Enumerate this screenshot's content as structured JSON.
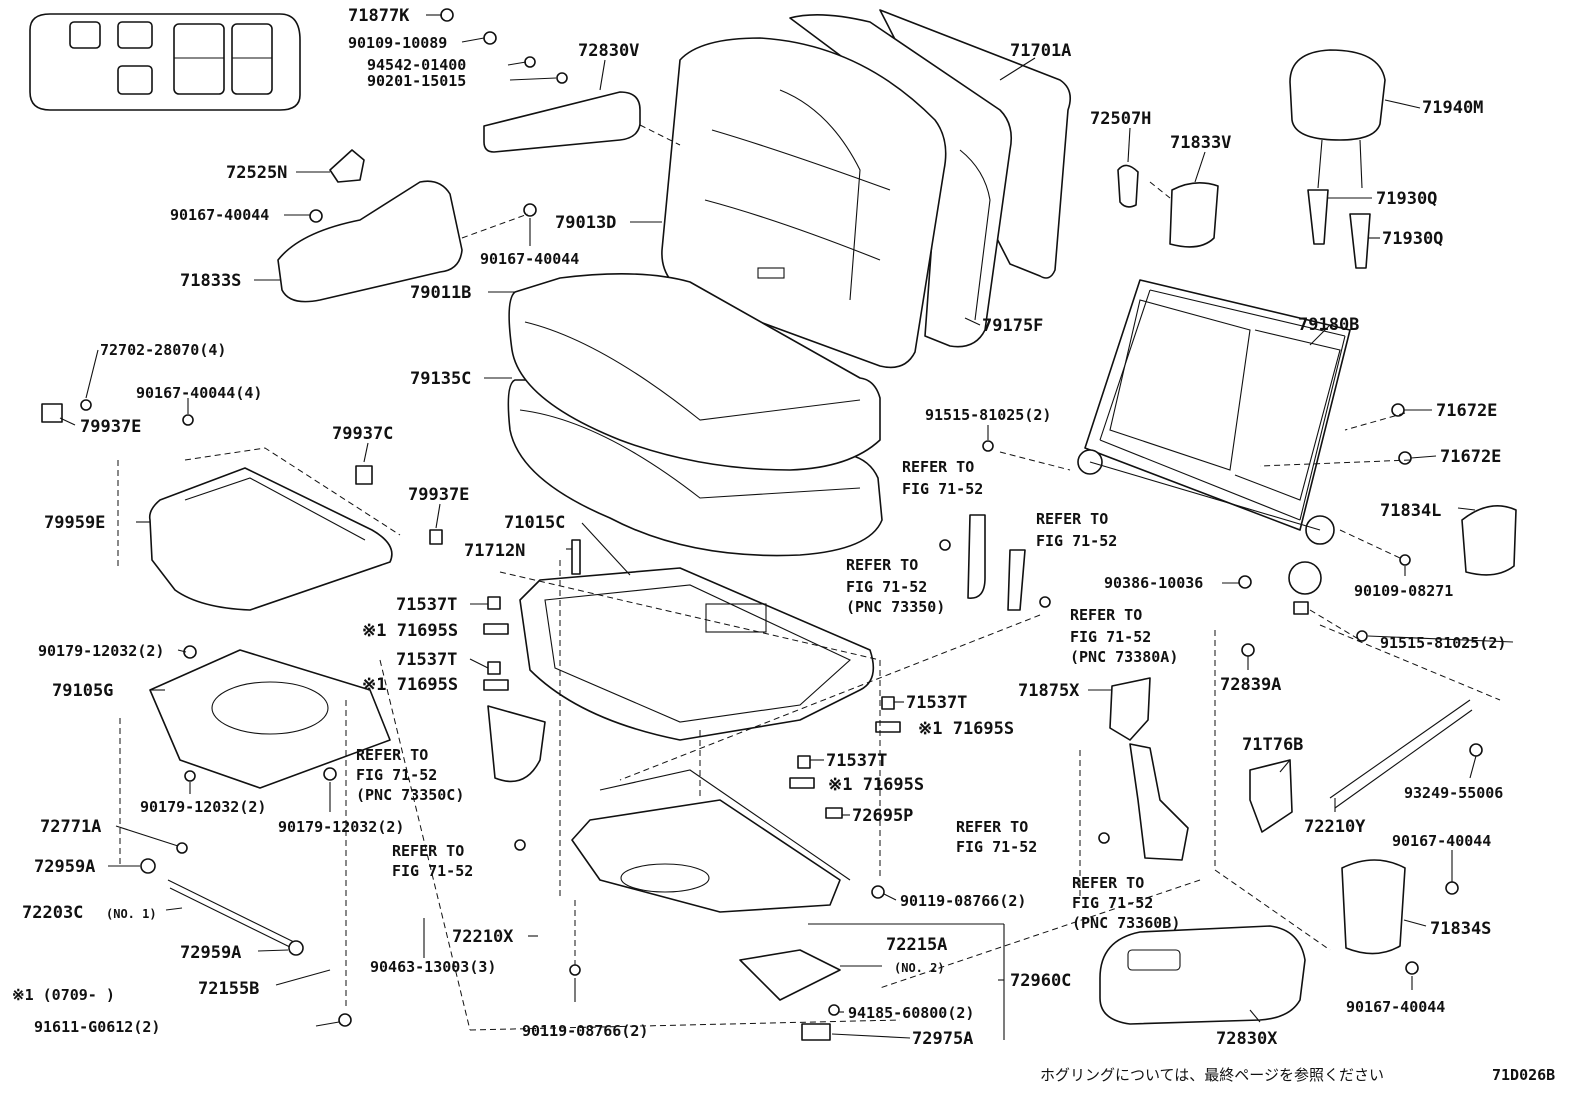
{
  "diagram_id": "71D026B",
  "footnote_marker": "※1 (0709-    )",
  "footer_note": "ホグリングについては、最終ページを参照ください",
  "labels": {
    "l71877K": "71877K",
    "l90109_10089": "90109-10089",
    "l94542_01400": "94542-01400",
    "l90201_15015": "90201-15015",
    "l72830V": "72830V",
    "l71701A": "71701A",
    "l71940M": "71940M",
    "l72525N": "72525N",
    "l90167_40044_a": "90167-40044",
    "l90167_40044_b": "90167-40044",
    "l79013D": "79013D",
    "l72507H": "72507H",
    "l71833V": "71833V",
    "l71930Q_a": "71930Q",
    "l71930Q_b": "71930Q",
    "l71833S": "71833S",
    "l79011B": "79011B",
    "l79175F": "79175F",
    "l79180B": "79180B",
    "l72702_28070": "72702-28070(4)",
    "l90167_40044_4": "90167-40044(4)",
    "l79135C": "79135C",
    "l79937E_a": "79937E",
    "l79937C": "79937C",
    "l91515_81025_a": "91515-81025(2)",
    "l71672E_a": "71672E",
    "l71672E_b": "71672E",
    "l79937E_b": "79937E",
    "l79959E": "79959E",
    "l71015C": "71015C",
    "l71712N": "71712N",
    "l71834L": "71834L",
    "l90386_10036": "90386-10036",
    "l90109_08271": "90109-08271",
    "l71537T_a": "71537T",
    "l71695S_a": "※1 71695S",
    "l71537T_b": "71537T",
    "l71695S_b": "※1 71695S",
    "l90179_12032_a": "90179-12032(2)",
    "l79105G": "79105G",
    "l91515_81025_b": "91515-81025(2)",
    "l72839A": "72839A",
    "l71875X": "71875X",
    "l71537T_c": "71537T",
    "l71695S_c": "※1 71695S",
    "l71537T_d": "71537T",
    "l71695S_d": "※1 71695S",
    "l72695P": "72695P",
    "l71T76B": "71T76B",
    "l93249_55006": "93249-55006",
    "l72210Y": "72210Y",
    "l90179_12032_b": "90179-12032(2)",
    "l90179_12032_c": "90179-12032(2)",
    "l72771A": "72771A",
    "l72959A_a": "72959A",
    "l72203C": "72203C",
    "l72203C_note": "(NO. 1)",
    "l72959A_b": "72959A",
    "l72155B": "72155B",
    "l91611_G0612": "91611-G0612(2)",
    "l90167_40044_c": "90167-40044",
    "l71834S": "71834S",
    "l90167_40044_d": "90167-40044",
    "l90119_08766_a": "90119-08766(2)",
    "l72210X": "72210X",
    "l90463_13003": "90463-13003(3)",
    "l72215A": "72215A",
    "l72215A_note": "(NO. 2)",
    "l72960C": "72960C",
    "l94185_60800": "94185-60800(2)",
    "l72975A": "72975A",
    "l90119_08766_b": "90119-08766(2)",
    "l72830X": "72830X"
  },
  "refer_notes": {
    "r1_a": "REFER TO",
    "r1_b": "FIG 71-52",
    "r2_a": "REFER TO",
    "r2_b": "FIG 71-52",
    "r3_a": "REFER TO",
    "r3_b": "FIG 71-52",
    "r3_c": "(PNC 73350)",
    "r4_a": "REFER TO",
    "r4_b": "FIG 71-52",
    "r4_c": "(PNC 73380A)",
    "r5_a": "REFER TO",
    "r5_b": "FIG 71-52",
    "r5_c": "(PNC 73350C)",
    "r6_a": "REFER TO",
    "r6_b": "FIG 71-52",
    "r7_a": "REFER TO",
    "r7_b": "FIG 71-52",
    "r8_a": "REFER TO",
    "r8_b": "FIG 71-52",
    "r8_c": "(PNC 73360B)"
  }
}
